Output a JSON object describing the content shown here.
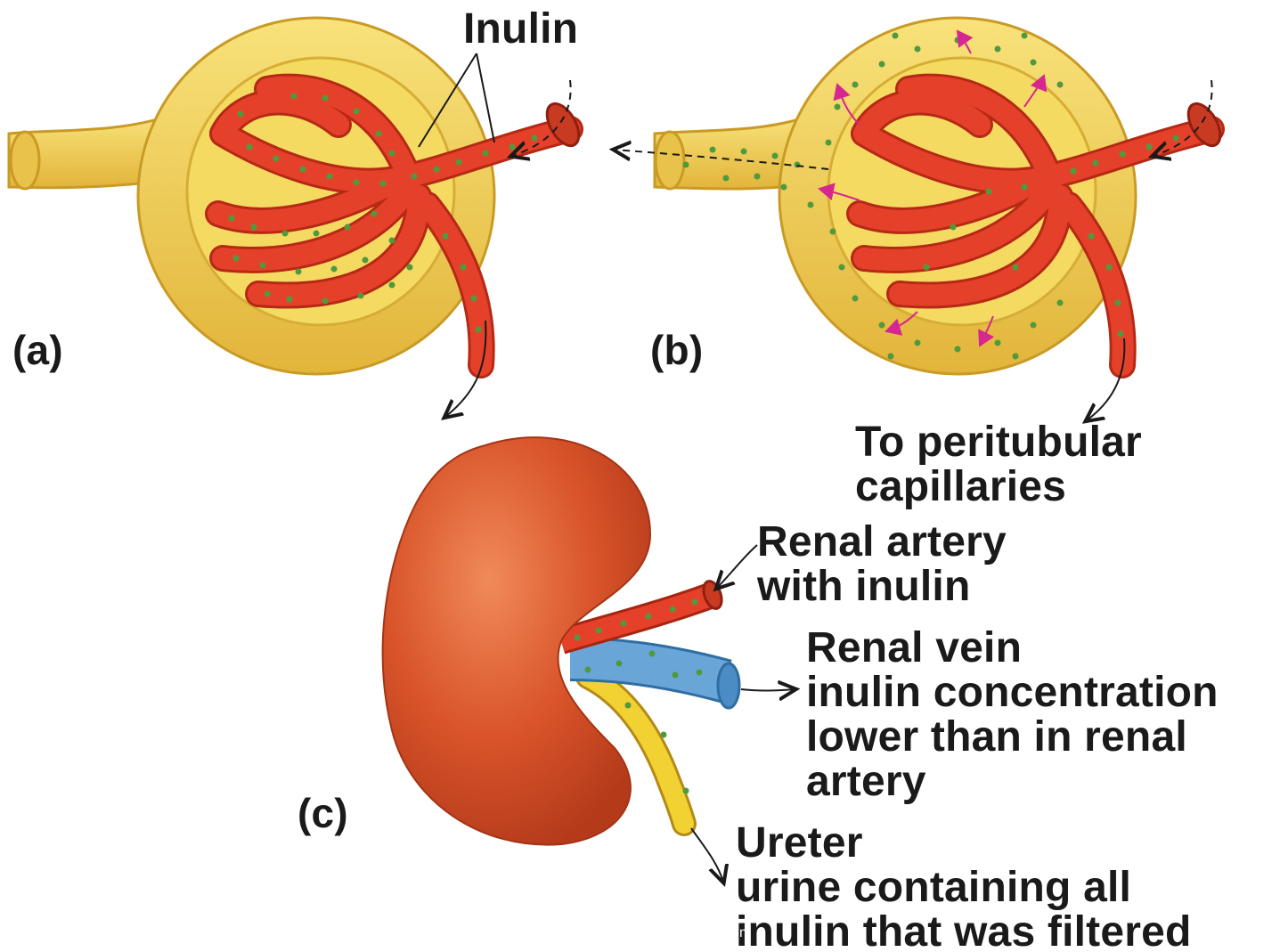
{
  "labels": {
    "inulin": "Inulin",
    "panel_a": "(a)",
    "panel_b": "(b)",
    "panel_c": "(c)",
    "peritubular": [
      "To peritubular",
      "capillaries"
    ],
    "renal_artery": [
      "Renal artery",
      "with inulin"
    ],
    "renal_vein": [
      "Renal vein",
      "inulin concentration",
      "lower than in renal",
      "artery"
    ],
    "ureter": [
      "Ureter",
      "urine containing all",
      "inulin that was filtered"
    ],
    "watermark": "m"
  },
  "colors": {
    "capsule": "#f1d24a",
    "capsule_dark": "#d9aa2c",
    "vessel": "#e5412a",
    "vessel_dark": "#b52915",
    "vein": "#6aa5d8",
    "kidney": "#d9542a",
    "inulin_dot": "#4f9a3f",
    "arrow_magenta": "#d6268f",
    "text": "#1a1a1a"
  }
}
